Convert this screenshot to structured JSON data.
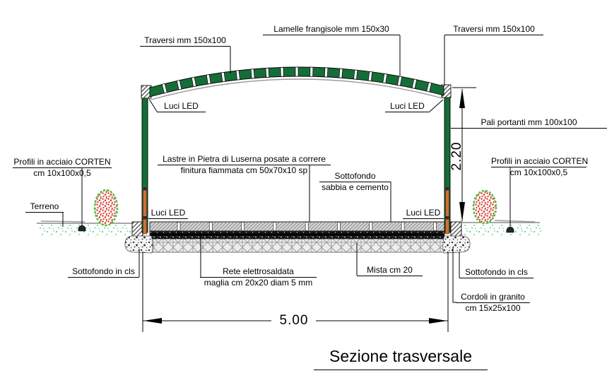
{
  "drawing": {
    "title": "Sezione trasversale",
    "dimensions": {
      "height_m": "2.20",
      "span_m": "5.00"
    },
    "callouts": {
      "traversi_left": "Traversi mm 150x100",
      "lamelle": "Lamelle frangisole mm 150x30",
      "traversi_right": "Traversi mm 150x100",
      "pali_portanti": "Pali portanti mm 100x100",
      "luci_led": "Luci LED",
      "profili_corten_1": "Profili in acciaio CORTEN",
      "profili_corten_2": "cm 10x100x0,5",
      "terreno": "Terreno",
      "lastre_1": "Lastre in Pietra di Luserna posate a correre",
      "lastre_2": "finitura fiammata cm 50x70x10 sp",
      "sottofondo_sabbia_1": "Sottofondo",
      "sottofondo_sabbia_2": "sabbia e cemento",
      "sottofondo_cls": "Sottofondo in cls",
      "rete_1": "Rete elettrosaldata",
      "rete_2": "maglia cm 20x20 diam 5 mm",
      "mista": "Mista cm 20",
      "cordoli_1": "Cordoli in granito",
      "cordoli_2": "cm 15x25x100"
    },
    "colors": {
      "structure_green": "#156d38",
      "led_profile_orange": "#cf7030",
      "terrain_green": "#3ec878",
      "bush_red": "#d23325",
      "bush_outline_green": "#52c23c"
    }
  }
}
